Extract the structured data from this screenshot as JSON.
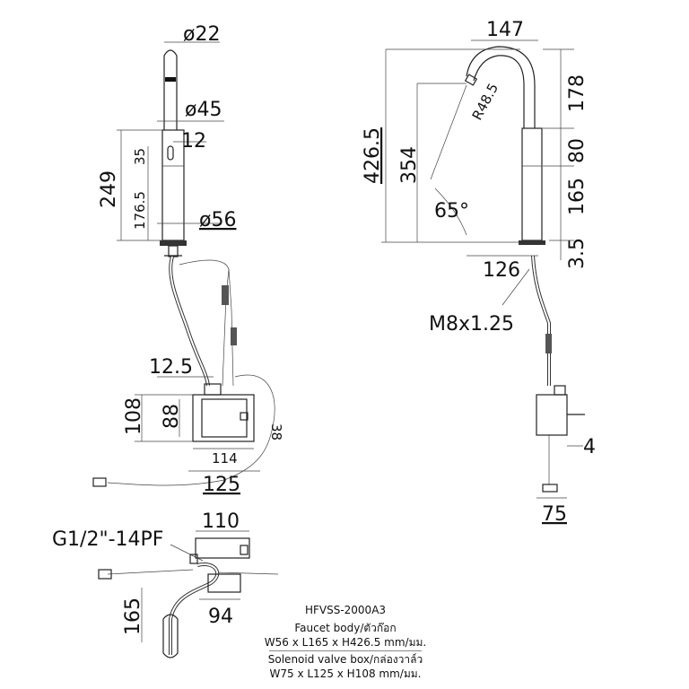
{
  "front_view": {
    "dims": {
      "spout_dia": "ø22",
      "tube_dia": "ø45",
      "sensor_offset": "12",
      "total_height": "249",
      "sensor_height": "35",
      "sensor_base": "176.5",
      "base_dia": "ø56"
    }
  },
  "side_view": {
    "dims": {
      "reach": "147",
      "overall_height": "426.5",
      "spout_height": "354",
      "radius": "R48.5",
      "top_section": "178",
      "middle_section": "80",
      "lower_section": "165",
      "base_section": "3.5",
      "angle": "65°",
      "base_offset": "126",
      "thread": "M8x1.25"
    }
  },
  "solenoid_front": {
    "dims": {
      "inlet_offset": "12.5",
      "box_height": "108",
      "inner_height": "88",
      "side_depth": "38",
      "inner_width": "114",
      "box_width": "125"
    }
  },
  "solenoid_side": {
    "dims": {
      "bracket": "4",
      "box_depth": "75"
    }
  },
  "solenoid_top": {
    "dims": {
      "top_width": "110",
      "thread": "G1/2\"-14PF",
      "height": "165",
      "depth": "94"
    }
  },
  "specs": {
    "model": "HFVSS-2000A3",
    "faucet_label": "Faucet body/ตัวก๊อก",
    "faucet_dims": "W56 x L165 x H426.5 mm/มม.",
    "valve_label": "Solenoid valve box/กล่องวาล์ว",
    "valve_dims": "W75 x L125 x H108 mm/มม."
  }
}
